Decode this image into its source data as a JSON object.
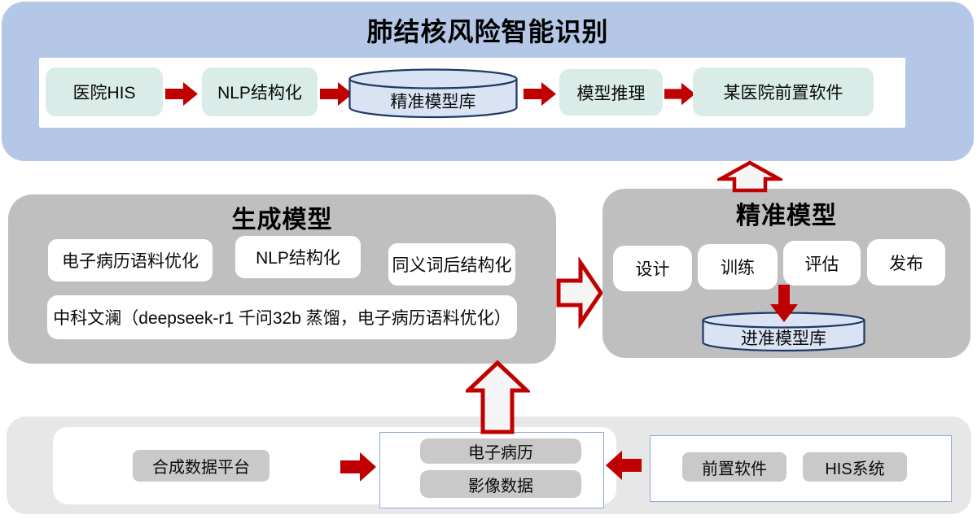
{
  "colors": {
    "top_bg": "#b4c7e7",
    "section_bg": "#bfbfbf",
    "bottom_bg": "#e8e7e7",
    "mint": "#d9ece7",
    "chip_gray": "#c9c9c9",
    "cyl_fill": "#dae3f3",
    "cyl_border": "#1f3864",
    "red": "#c00000",
    "hollow_fill": "#f5f5f5",
    "blue_border": "#8faadc"
  },
  "top_section": {
    "title": "肺结核风险智能识别",
    "steps": [
      "医院HIS",
      "NLP结构化",
      "精准模型库",
      "模型推理",
      "某医院前置软件"
    ]
  },
  "generation_section": {
    "title": "生成模型",
    "boxes": [
      "电子病历语料优化",
      "NLP结构化",
      "同义词后结构化"
    ],
    "wide_box": "中科文澜（deepseek-r1 千问32b 蒸馏，电子病历语料优化）"
  },
  "precision_section": {
    "title": "精准模型",
    "steps": [
      "设计",
      "训练",
      "评估",
      "发布"
    ],
    "database": "进准模型库"
  },
  "data_section": {
    "synth_platform": "合成数据平台",
    "clinical_group": [
      "电子病历",
      "影像数据"
    ],
    "hospital_group": [
      "前置软件",
      "HIS系统"
    ]
  }
}
